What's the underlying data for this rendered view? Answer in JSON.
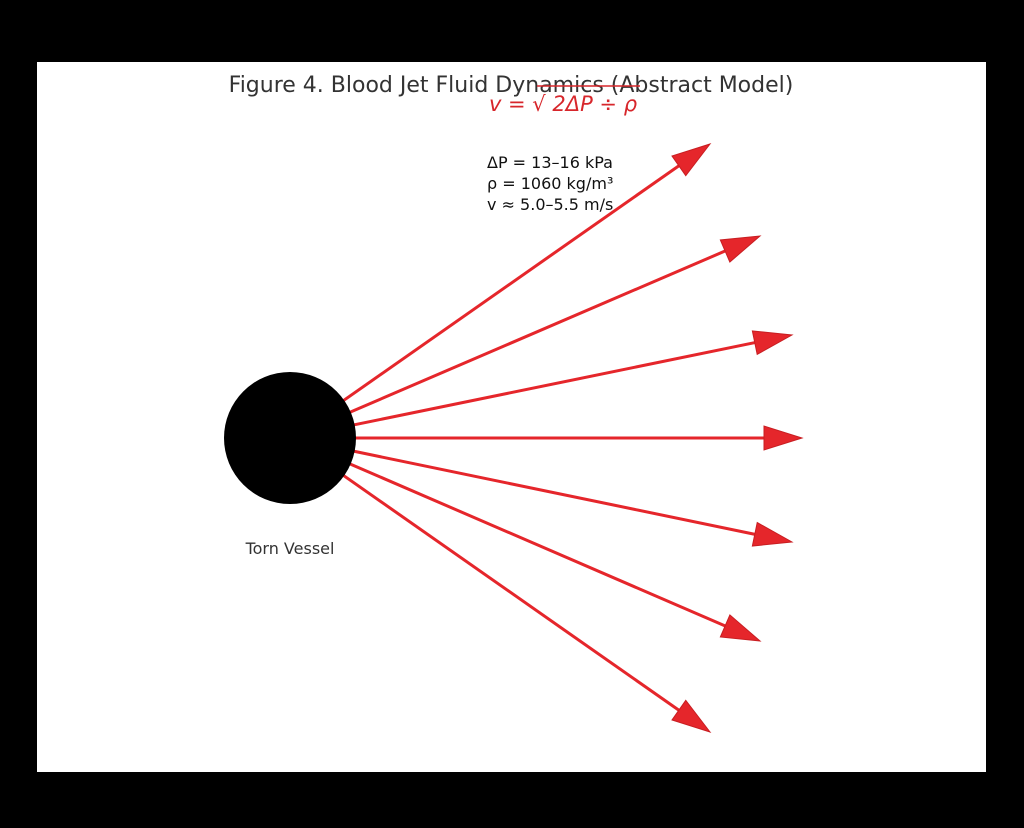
{
  "title": "Figure 4. Blood Jet Fluid Dynamics (Abstract Model)",
  "formula": "v = √ 2ΔP ÷ ρ",
  "params": [
    "ΔP = 13–16 kPa",
    "ρ = 1060 kg/m³",
    "v ≈ 5.0–5.5 m/s"
  ],
  "vessel_label": "Torn Vessel",
  "colors": {
    "jet": "#e5262b",
    "vessel": "#000000",
    "background": "#ffffff"
  }
}
